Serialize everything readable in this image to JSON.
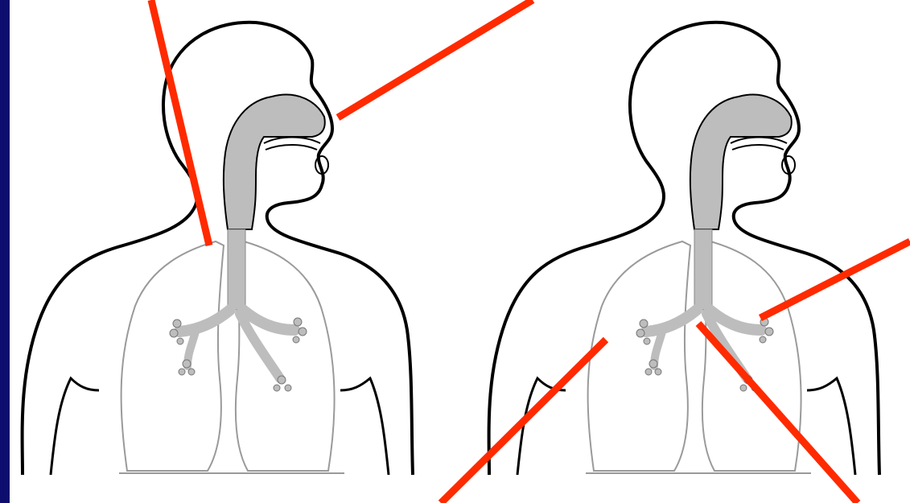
{
  "figure": {
    "background_color": "#0d0d6e",
    "panel_color": "#ffffff",
    "outline_color": "#000000",
    "airway_color": "#bdbdbd",
    "lung_outline_color": "#9a9a9a",
    "pointer_color": "#ff2a00",
    "figures": [
      {
        "id": "left-figure",
        "depicts": "respiratory-system"
      },
      {
        "id": "right-figure",
        "depicts": "respiratory-system"
      }
    ],
    "pointer_count": 5
  }
}
